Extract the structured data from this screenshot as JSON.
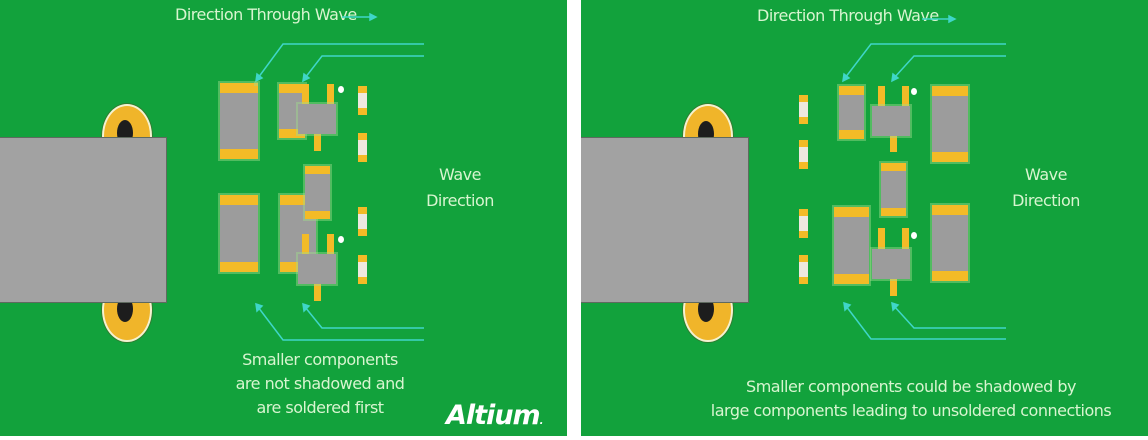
{
  "left_panel": {
    "title": "Direction Through Wave",
    "wave_label_line1": "Wave",
    "wave_label_line2": "Direction",
    "caption_line1": "Smaller components",
    "caption_line2": "are not shadowed and",
    "caption_line3": "are soldered first",
    "logo": "Altium",
    "logo_dot": "."
  },
  "right_panel": {
    "title": "Direction Through Wave",
    "wave_label_line1": "Wave",
    "wave_label_line2": "Direction",
    "caption_line1": "Smaller components could be shadowed by",
    "caption_line2": "large components leading to unsoldered connections"
  },
  "colors": {
    "board_green": "#12a23c",
    "arrow_cyan": "#3fd6c8",
    "pad_gold": "#f3bb27",
    "component_gray": "#9c9c9c",
    "text_light": "#d8f5d0"
  }
}
